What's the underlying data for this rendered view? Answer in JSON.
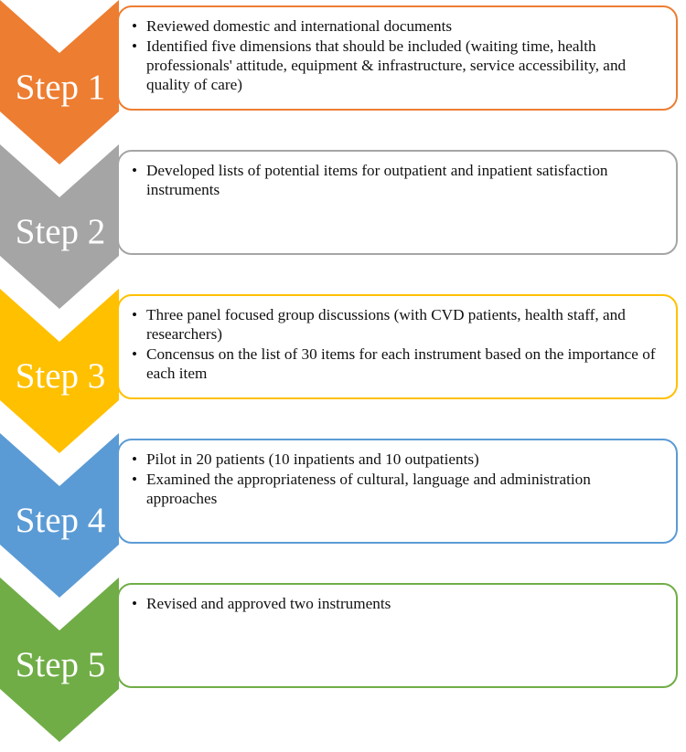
{
  "steps": [
    {
      "label": "Step 1",
      "color": "#ED7D31",
      "bullets": [
        "Reviewed domestic and international documents",
        "Identified five dimensions that should be included (waiting time, health professionals' attitude, equipment & infrastructure, service accessibility, and quality of care)"
      ]
    },
    {
      "label": "Step 2",
      "color": "#A5A5A5",
      "bullets": [
        "Developed lists of potential items for outpatient and inpatient satisfaction instruments"
      ]
    },
    {
      "label": "Step 3",
      "color": "#FFC000",
      "bullets": [
        "Three panel focused group discussions (with CVD patients, health staff, and researchers)",
        "Concensus on the list of 30 items for each instrument based on the importance of each item"
      ]
    },
    {
      "label": "Step 4",
      "color": "#5B9BD5",
      "bullets": [
        "Pilot in 20 patients (10 inpatients and 10 outpatients)",
        "Examined the appropriateness of cultural, language and administration approaches"
      ]
    },
    {
      "label": "Step 5",
      "color": "#70AD47",
      "bullets": [
        "Revised and approved two instruments"
      ]
    }
  ]
}
